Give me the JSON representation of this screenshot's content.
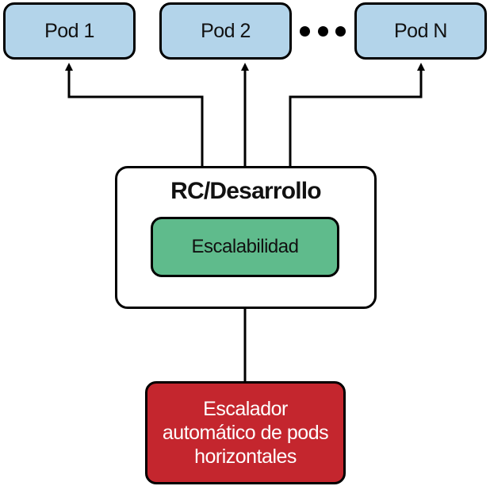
{
  "colors": {
    "pod_fill": "#b3d4ea",
    "scaling_fill": "#5fbb8c",
    "hpa_fill": "#c4262e",
    "stroke": "#000000"
  },
  "pods": [
    {
      "label": "Pod 1"
    },
    {
      "label": "Pod 2"
    },
    {
      "label": "Pod N"
    }
  ],
  "rc_box": {
    "title": "RC/Desarrollo",
    "inner": {
      "label": "Escalabilidad"
    }
  },
  "hpa": {
    "lines": [
      "Escalador",
      "automático de pods",
      "horizontales"
    ]
  },
  "icons": {
    "ellipsis": "ellipsis-icon",
    "arrowhead": "arrowhead-icon"
  }
}
